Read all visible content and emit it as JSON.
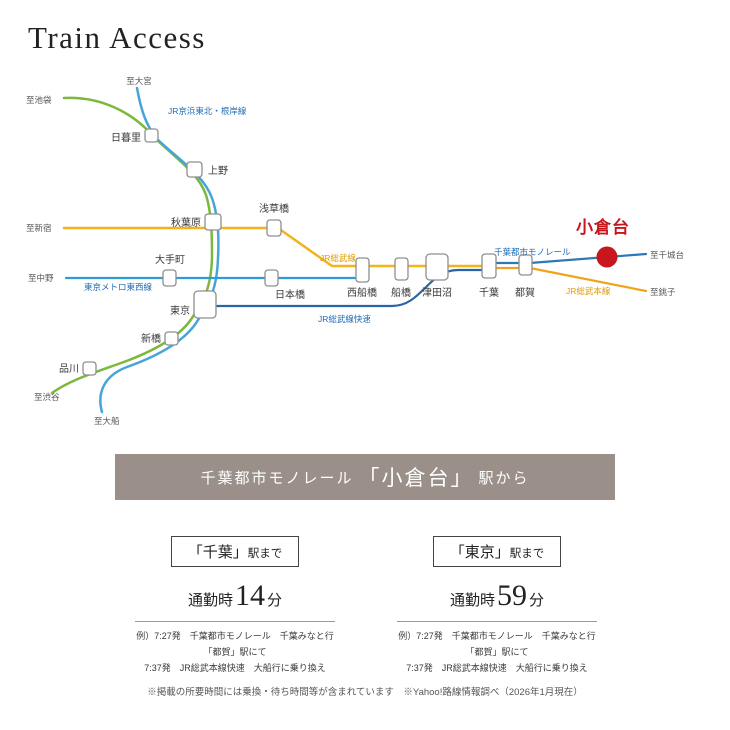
{
  "title": "Train Access",
  "colors": {
    "accent_red": "#c8161d",
    "green_line": "#7cb83e",
    "keihin_blue": "#47a4d9",
    "sobu_yellow": "#f2b31b",
    "rapid_blue": "#2a64a8",
    "tozai_blue": "#2e9bd6",
    "monorail_blue": "#2f78b8",
    "sobu_main_orange": "#f0a31e",
    "banner_bg": "#9a9089"
  },
  "map": {
    "stations": {
      "nippori": "日暮里",
      "ueno": "上野",
      "akihabara": "秋葉原",
      "asakusabashi": "浅草橋",
      "otemachi": "大手町",
      "nihombashi": "日本橋",
      "tokyo": "東京",
      "shimbashi": "新橋",
      "shinagawa": "品川",
      "nishifunabashi": "西船橋",
      "funabashi": "船橋",
      "tsudanuma": "津田沼",
      "chiba": "千葉",
      "tsuga": "都賀",
      "oguradai": "小倉台"
    },
    "edges": {
      "omiya": "至大宮",
      "ikebukuro": "至池袋",
      "shinjuku": "至新宿",
      "nakano": "至中野",
      "shibuya": "至渋谷",
      "ofuna": "至大船",
      "chishirodai": "至千城台",
      "choshi": "至銚子"
    },
    "lines": {
      "keihin": "JR京浜東北・根岸線",
      "tozai": "東京メトロ東西線",
      "sobu": "JR総武線",
      "sobu_rapid": "JR総武線快速",
      "monorail": "千葉都市モノレール",
      "sobu_main": "JR総武本線"
    }
  },
  "banner": {
    "prefix": "千葉都市モノレール",
    "station": "「小倉台」",
    "suffix": "駅から"
  },
  "routes": [
    {
      "dest": "「千葉」",
      "dest_suffix": "駅まで",
      "time_prefix": "通勤時",
      "minutes": "14",
      "unit": "分",
      "ex1": "例）7:27発　千葉都市モノレール　千葉みなと行",
      "ex2": "「都賀」駅にて",
      "ex3": "7:37発　JR総武本線快速　大船行に乗り換え"
    },
    {
      "dest": "「東京」",
      "dest_suffix": "駅まで",
      "time_prefix": "通勤時",
      "minutes": "59",
      "unit": "分",
      "ex1": "例）7:27発　千葉都市モノレール　千葉みなと行",
      "ex2": "「都賀」駅にて",
      "ex3": "7:37発　JR総武本線快速　大船行に乗り換え"
    }
  ],
  "footnote": "※掲載の所要時間には乗換・待ち時間等が含まれています　※Yahoo!路線情報調べ（2026年1月現在）"
}
